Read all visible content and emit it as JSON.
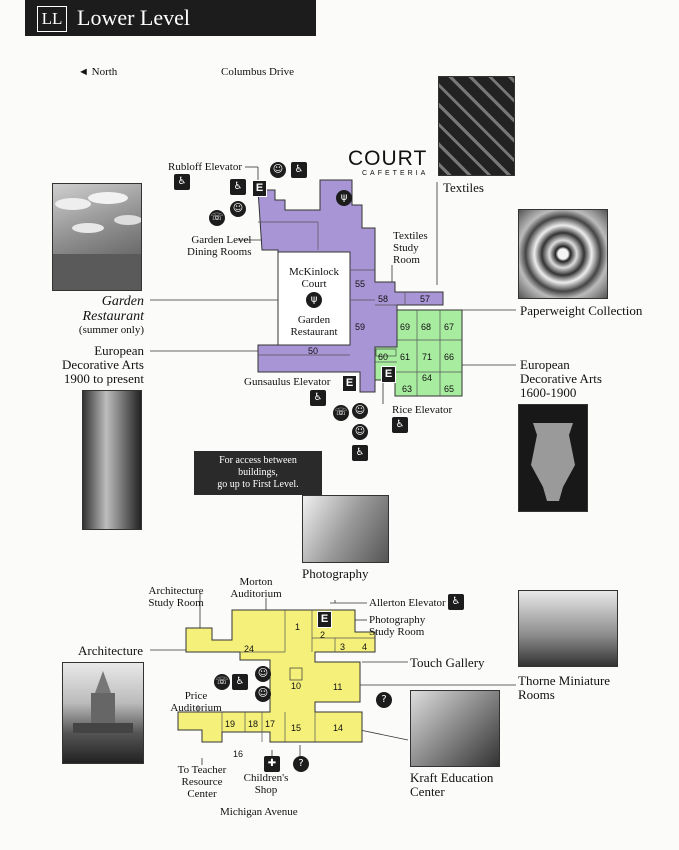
{
  "header": {
    "badge": "LL",
    "title": "Lower Level"
  },
  "compass": {
    "arrow": "◄",
    "label": "North"
  },
  "streets": {
    "top": "Columbus Drive",
    "bottom": "Michigan Avenue"
  },
  "court_logo": {
    "word": "COURT",
    "sub": "CAFETERIA"
  },
  "note": {
    "line1": "For access between buildings,",
    "line2": "go up to First Level."
  },
  "labels": {
    "rubloff_elevator": "Rubloff Elevator",
    "textiles": "Textiles",
    "textiles_study_1": "Textiles",
    "textiles_study_2": "Study",
    "textiles_study_3": "Room",
    "garden_dining_1": "Garden Level",
    "garden_dining_2": "Dining Rooms",
    "mckinlock_1": "McKinlock",
    "mckinlock_2": "Court",
    "garden_rest_map_1": "Garden",
    "garden_rest_map_2": "Restaurant",
    "garden_rest_1": "Garden",
    "garden_rest_2": "Restaurant",
    "garden_rest_3": "(summer only)",
    "paperweight": "Paperweight Collection",
    "eda1900_1": "European",
    "eda1900_2": "Decorative Arts",
    "eda1900_3": "1900 to present",
    "eda1600_1": "European",
    "eda1600_2": "Decorative Arts",
    "eda1600_3": "1600-1900",
    "gunsaulus": "Gunsaulus Elevator",
    "rice": "Rice Elevator",
    "photography": "Photography",
    "morton_1": "Morton",
    "morton_2": "Auditorium",
    "arch_study_1": "Architecture",
    "arch_study_2": "Study Room",
    "allerton": "Allerton Elevator",
    "photo_study_1": "Photography",
    "photo_study_2": "Study Room",
    "architecture": "Architecture",
    "touch_gallery": "Touch Gallery",
    "price_1": "Price",
    "price_2": "Auditorium",
    "thorne_1": "Thorne Miniature",
    "thorne_2": "Rooms",
    "teacher_1": "To Teacher",
    "teacher_2": "Resource",
    "teacher_3": "Center",
    "childrens_1": "Children's",
    "childrens_2": "Shop",
    "kraft_1": "Kraft Education",
    "kraft_2": "Center"
  },
  "rooms_upper": [
    "55",
    "58",
    "57",
    "59",
    "50",
    "69",
    "68",
    "67",
    "60",
    "61",
    "71",
    "66",
    "64",
    "63",
    "65"
  ],
  "rooms_lower": [
    "1",
    "2",
    "3",
    "4",
    "24",
    "10",
    "11",
    "19",
    "18",
    "17",
    "15",
    "14",
    "16"
  ],
  "colors": {
    "purple": "#a895d6",
    "green": "#a8eca0",
    "yellow": "#f5f07a",
    "dark": "#1c1c1c"
  }
}
